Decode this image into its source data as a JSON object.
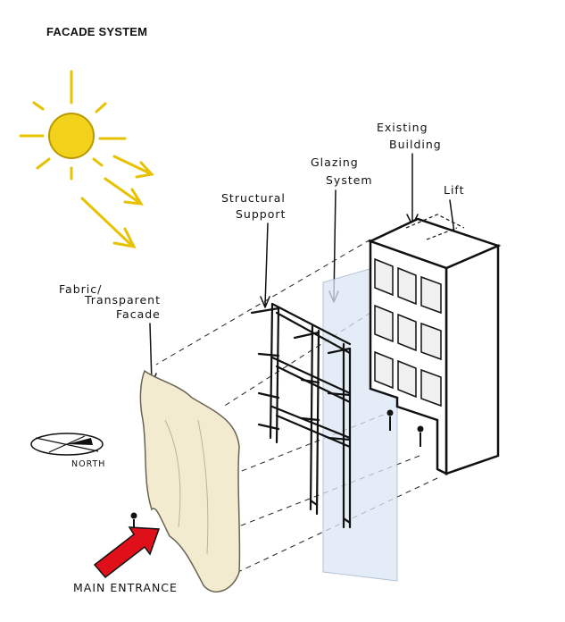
{
  "title": "FACADE SYSTEM",
  "labels": {
    "existing_building_line1": "Existing",
    "existing_building_line2": "Building",
    "glazing_line1": "Glazing",
    "glazing_line2": "System",
    "lift": "Lift",
    "structural_line1": "Structural",
    "structural_line2": "Support",
    "fabric_line1": "Fabric/",
    "fabric_line2": "Transparent",
    "fabric_line3": "Facade",
    "north": "NORTH",
    "main_entrance": "MAIN ENTRANCE"
  },
  "colors": {
    "sun": "#f2d21a",
    "sun_outline": "#b89a00",
    "fabric": "#f2ebcf",
    "glass": "#dce8f5",
    "arrow": "#e0101a",
    "building": "#ffffff"
  }
}
